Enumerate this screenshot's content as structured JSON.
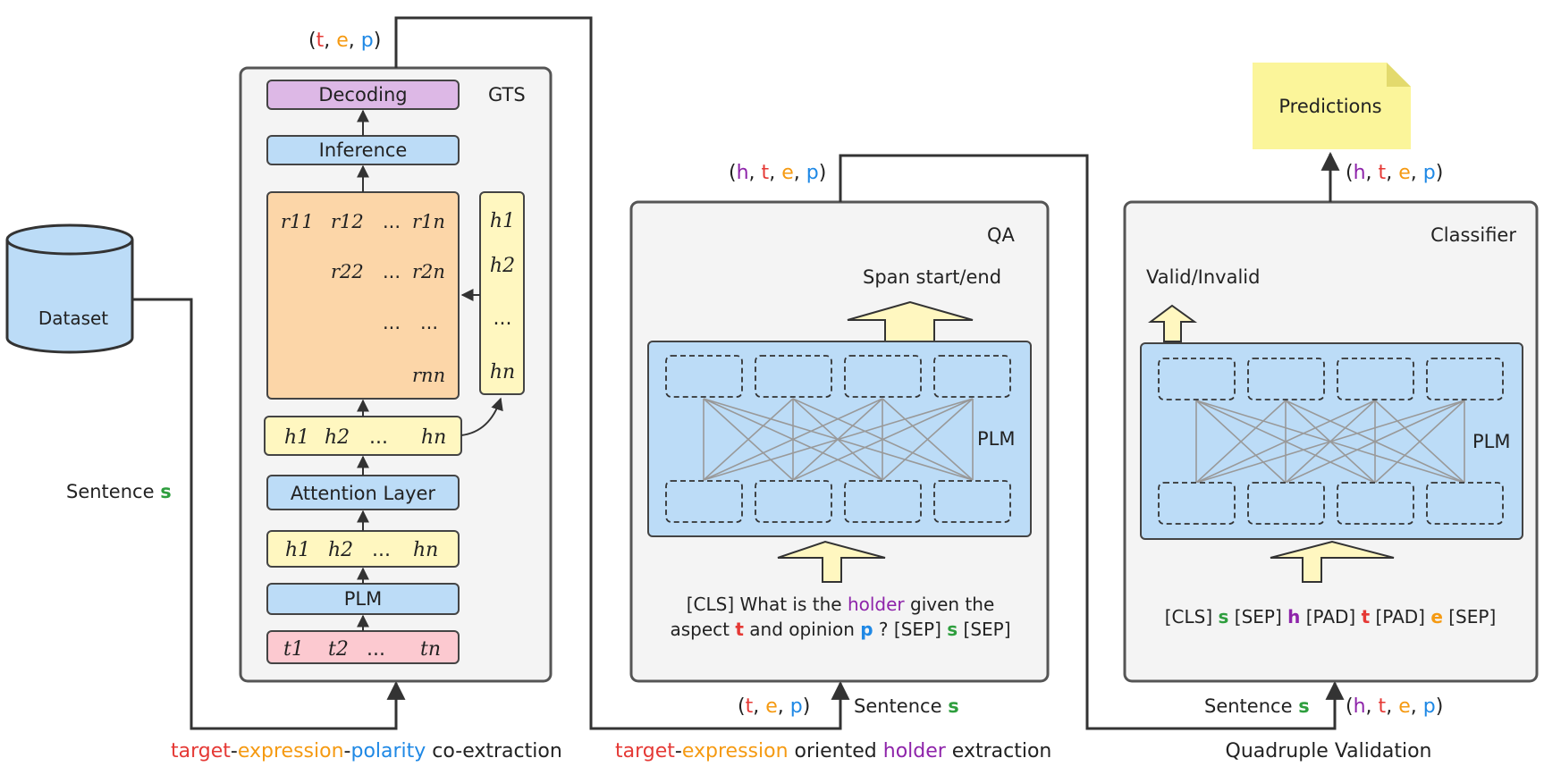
{
  "colors": {
    "target": "#e53935",
    "expression": "#f59a12",
    "polarity": "#1e88e5",
    "holder": "#8e24aa",
    "sentence": "#2e9e3e",
    "box_blue": "#bcdcf7",
    "box_yellow": "#fff7c0",
    "box_purple": "#ddb8e6",
    "box_pink": "#fcc9d0",
    "box_orange": "#fcd6a8",
    "panel": "#f4f4f4",
    "note": "#fbf59a"
  },
  "dataset": {
    "label": "Dataset"
  },
  "sentence_left": {
    "label": "Sentence",
    "var": "s"
  },
  "gts": {
    "label": "GTS",
    "decoding": "Decoding",
    "inference": "Inference",
    "attention": "Attention Layer",
    "plm": "PLM",
    "output_tuple": [
      "t",
      "e",
      "p"
    ],
    "tokens": [
      "t1",
      "t2",
      "...",
      "tn"
    ],
    "hidden": [
      "h1",
      "h2",
      "...",
      "hn"
    ],
    "hidden_tilde": [
      "h1",
      "h2",
      "...",
      "hn"
    ],
    "hidden_tilde_col": [
      "h1",
      "h2",
      "...",
      "hn"
    ],
    "matrix": [
      [
        "r11",
        "r12",
        "...",
        "r1n"
      ],
      [
        "r22",
        "...",
        "r2n"
      ],
      [
        "...",
        "..."
      ],
      [
        "rnn"
      ]
    ]
  },
  "qa": {
    "label": "QA",
    "output": "Span start/end",
    "plm": "PLM",
    "output_tuple": [
      "h",
      "t",
      "e",
      "p"
    ],
    "input_tuple": [
      "t",
      "e",
      "p"
    ],
    "input_sentence": {
      "label": "Sentence",
      "var": "s"
    },
    "prompt": {
      "line1_a": "[CLS] What is the ",
      "line1_holder": "holder",
      "line1_b": " given the",
      "line2_a": "aspect ",
      "line2_t": "t",
      "line2_b": " and opinion ",
      "line2_p": "p",
      "line2_c": " ? [SEP] ",
      "line2_s": "s",
      "line2_d": " [SEP]"
    }
  },
  "classifier": {
    "label": "Classifier",
    "output": "Valid/Invalid",
    "plm": "PLM",
    "input_sentence": {
      "label": "Sentence",
      "var": "s"
    },
    "input_tuple": [
      "h",
      "t",
      "e",
      "p"
    ],
    "output_tuple": [
      "h",
      "t",
      "e",
      "p"
    ],
    "input": {
      "a": "[CLS] ",
      "s": "s",
      "b": " [SEP] ",
      "h": "h",
      "c": " [PAD] ",
      "t": "t",
      "d": " [PAD] ",
      "e": "e",
      "f": " [SEP]"
    }
  },
  "predictions": {
    "label": "Predictions"
  },
  "captions": {
    "stage1": {
      "target": "target",
      "expression": "expression",
      "polarity": "polarity",
      "rest": " co-extraction"
    },
    "stage2": {
      "target": "target",
      "expression": "expression",
      "mid": " oriented ",
      "holder": "holder",
      "rest": " extraction"
    },
    "stage3": {
      "label": "Quadruple Validation"
    }
  }
}
